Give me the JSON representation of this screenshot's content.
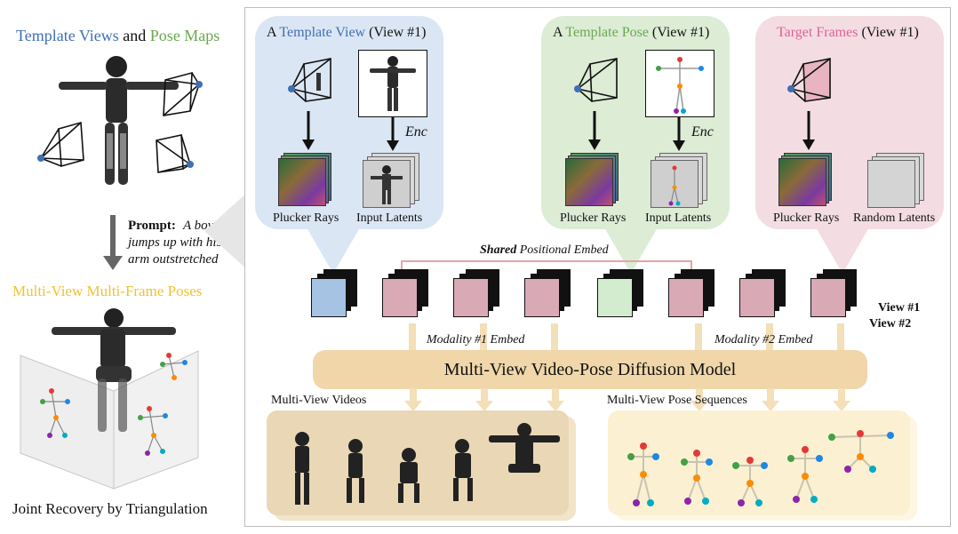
{
  "left": {
    "heading_a": "Template Views",
    "heading_and": "and",
    "heading_b": "Pose Maps",
    "prompt_label": "Prompt:",
    "prompt_text_1": "A boy",
    "prompt_text_2": "jumps up with his",
    "prompt_text_3": "arm outstretched",
    "multi_title": "Multi-View Multi-Frame Poses",
    "bottom_caption": "Joint Recovery by Triangulation"
  },
  "template_view": {
    "title_a": "A",
    "title_b": "Template View",
    "title_c": "(View #1)",
    "enc": "Enc",
    "label_rays": "Plucker Rays",
    "label_latents": "Input Latents"
  },
  "template_pose": {
    "title_a": "A",
    "title_b": "Template Pose",
    "title_c": "(View #1)",
    "enc": "Enc",
    "label_rays": "Plucker Rays",
    "label_latents": "Input Latents"
  },
  "target": {
    "title_a": "Target Frames",
    "title_c": "(View #1)",
    "label_rays": "Plucker Rays",
    "label_latents": "Random Latents"
  },
  "middle": {
    "shared_a": "Shared",
    "shared_b": "Positional Embed",
    "view1": "View #1",
    "view2": "View #2",
    "modality1": "Modality #1 Embed",
    "modality2": "Modality #2 Embed",
    "model": "Multi-View Video-Pose Diffusion Model",
    "videos": "Multi-View Videos",
    "pose_seq": "Multi-View Pose Sequences"
  },
  "colors": {
    "blue": "#3f6fb5",
    "green": "#6aa84f",
    "pink": "#e0609a",
    "yellow": "#f1c232",
    "token_blue": "#a6c3e3",
    "token_pink": "#d9a9b6",
    "token_green": "#d3ecd0",
    "model_bar": "#f0d6a9"
  }
}
